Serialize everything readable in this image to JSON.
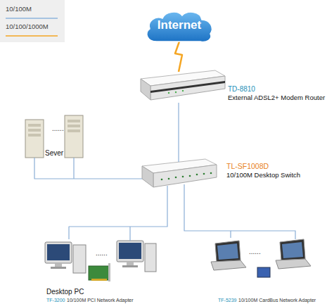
{
  "diagram": {
    "nodes": [
      {
        "text": [
          "Internet"
        ]
      },
      {
        "text": [
          "TD-8810",
          "External ADSL2+ Modem Router"
        ]
      },
      {
        "text": [
          "Sever"
        ]
      },
      {
        "text": [
          "TL-SF1008D",
          "10/100M Desktop Switch"
        ]
      },
      {
        "text": [
          "Desktop PC",
          "TF-3200",
          "10/100M PCI Network Adapter"
        ]
      },
      {
        "text": [
          "TF-5239",
          "10/100M CardBus Network Adapter"
        ]
      }
    ],
    "edges": [
      {
        "from": 0,
        "to": 1,
        "arrow": "none"
      },
      {
        "from": 1,
        "to": 3,
        "arrow": "none"
      },
      {
        "from": 3,
        "to": 2,
        "arrow": "none"
      },
      {
        "from": 3,
        "to": 4,
        "arrow": "none"
      },
      {
        "from": 3,
        "to": 5,
        "arrow": "none"
      }
    ],
    "labels": [
      "......",
      "......",
      "......"
    ],
    "legend": [
      {
        "text": "10/100M"
      },
      {
        "text": "10/100/1000M"
      }
    ]
  }
}
